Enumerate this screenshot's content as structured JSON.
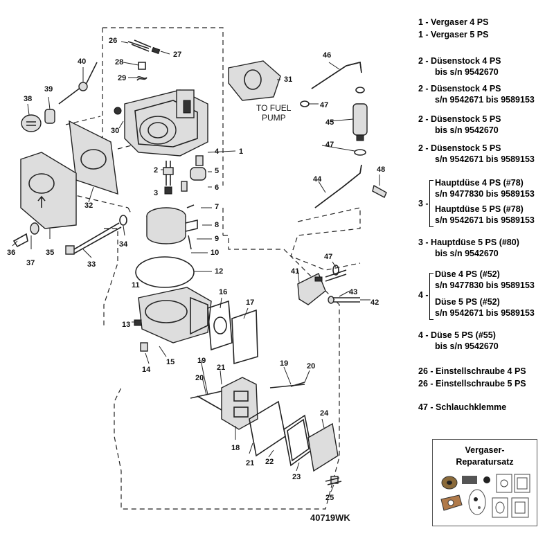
{
  "callouts": [
    "1",
    "2",
    "3",
    "4",
    "5",
    "6",
    "7",
    "8",
    "9",
    "10",
    "11",
    "12",
    "13",
    "14",
    "15",
    "16",
    "17",
    "18",
    "19",
    "19",
    "20",
    "20",
    "21",
    "21",
    "22",
    "23",
    "24",
    "25",
    "26",
    "27",
    "28",
    "29",
    "30",
    "31",
    "32",
    "33",
    "34",
    "35",
    "36",
    "37",
    "38",
    "39",
    "40",
    "41",
    "42",
    "43",
    "44",
    "45",
    "46",
    "47",
    "47",
    "47",
    "48"
  ],
  "annotation": [
    "TO FUEL",
    "PUMP"
  ],
  "drawing_code": "40719WK",
  "legend": {
    "e1a": "1 - Vergaser 4 PS",
    "e1b": "1 - Vergaser 5 PS",
    "e2a": "2 - Düsenstock 4 PS",
    "e2a_sub": "bis s/n 9542670",
    "e2b": "2 - Düsenstock 4 PS",
    "e2b_sub": "s/n 9542671 bis 9589153",
    "e2c": "2 - Düsenstock 5 PS",
    "e2c_sub": "bis s/n 9542670",
    "e2d": "2 - Düsenstock 5 PS",
    "e2d_sub": "s/n 9542671 bis 9589153",
    "g3_num": "3 -",
    "g3_l1": "Hauptdüse 4 PS (#78)",
    "g3_l2": "s/n 9477830 bis 9589153",
    "g3_l3": "Hauptdüse 5 PS (#78)",
    "g3_l4": "s/n 9542671 bis 9589153",
    "e3": "3 - Hauptdüse 5 PS (#80)",
    "e3_sub": "bis s/n 9542670",
    "g4_num": "4 -",
    "g4_l1": "Düse 4 PS (#52)",
    "g4_l2": "s/n 9477830 bis 9589153",
    "g4_l3": "Düse 5 PS (#52)",
    "g4_l4": "s/n 9542671 bis 9589153",
    "e4": "4 - Düse 5 PS (#55)",
    "e4_sub": "bis s/n 9542670",
    "e26a": "26 - Einstellschraube 4 PS",
    "e26b": "26 - Einstellschraube 5 PS",
    "e47": "47 - Schlauchklemme"
  },
  "kit": {
    "title_line1": "Vergaser-",
    "title_line2": "Reparatursatz"
  }
}
